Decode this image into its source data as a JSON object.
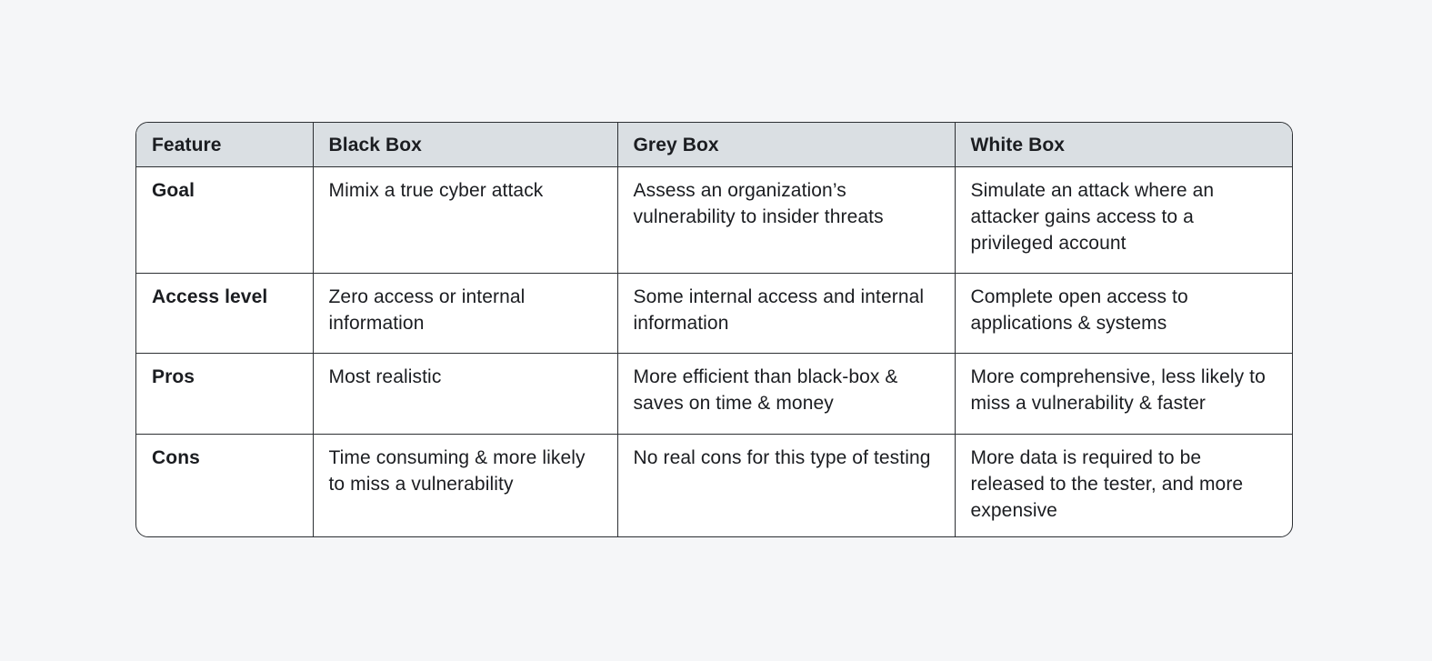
{
  "table": {
    "headers": [
      "Feature",
      "Black Box",
      "Grey Box",
      "White Box"
    ],
    "rows": [
      {
        "feature": "Goal",
        "black_box": "Mimix a true cyber attack",
        "grey_box": "Assess an organization’s vulnerability to insider threats",
        "white_box": "Simulate an attack where an attacker gains access to a privileged account"
      },
      {
        "feature": "Access level",
        "black_box": "Zero access or internal information",
        "grey_box": "Some internal access and internal information",
        "white_box": "Complete open access to applications & systems"
      },
      {
        "feature": "Pros",
        "black_box": "Most realistic",
        "grey_box": "More efficient than black-box & saves on time & money",
        "white_box": "More comprehensive, less likely to miss a vulnerability & faster"
      },
      {
        "feature": "Cons",
        "black_box": "Time consuming & more likely to miss a vulnerability",
        "grey_box": "No real cons for this type of testing",
        "white_box": "More data is required to be released to the tester, and more expensive"
      }
    ]
  },
  "colors": {
    "page_background": "#f5f6f8",
    "header_background": "#dadfe3",
    "border": "#2c2f33",
    "text": "#1b1d21"
  }
}
